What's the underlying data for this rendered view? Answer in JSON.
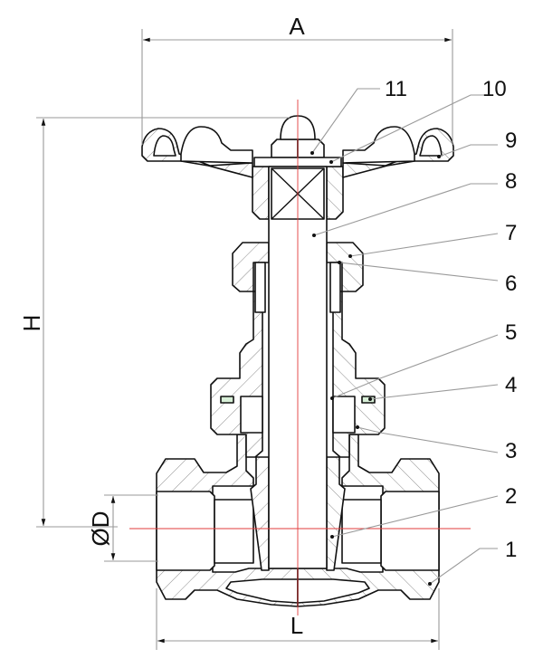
{
  "dimensions": {
    "A": "A",
    "H": "H",
    "D": "ØD",
    "L": "L"
  },
  "part_numbers": [
    "1",
    "2",
    "3",
    "4",
    "5",
    "6",
    "7",
    "8",
    "9",
    "10",
    "11"
  ],
  "colors": {
    "centerline": "#e23b3b",
    "outline": "#111111",
    "leader": "#9a9a9a",
    "seal": "#4caf50"
  }
}
